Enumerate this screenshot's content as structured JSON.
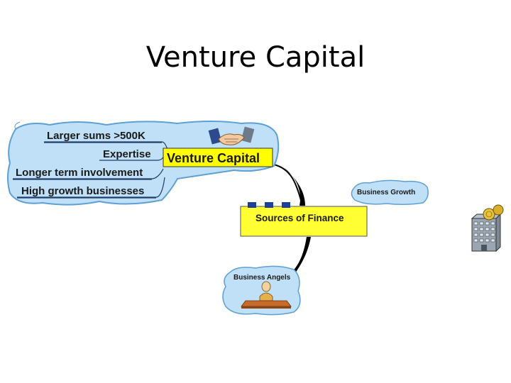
{
  "slide": {
    "title": "Venture Capital"
  },
  "mindmap": {
    "central": "Sources of Finance",
    "venture_capital": {
      "label": "Venture Capital",
      "points": [
        "Larger sums >500K",
        "Expertise",
        "Longer term involvement",
        "High growth businesses"
      ]
    },
    "business_growth": "Business Growth",
    "business_angels": "Business Angels"
  },
  "colors": {
    "cloud_fill": "#bfe0f6",
    "cloud_stroke": "#5fa0d4",
    "label_fill": "#ffff00",
    "central_fill": "#ffff33",
    "connector_squares": "#1e3f9b"
  },
  "icons": [
    "handshake-icon",
    "woman-at-desk-icon",
    "office-building-money-icon"
  ]
}
